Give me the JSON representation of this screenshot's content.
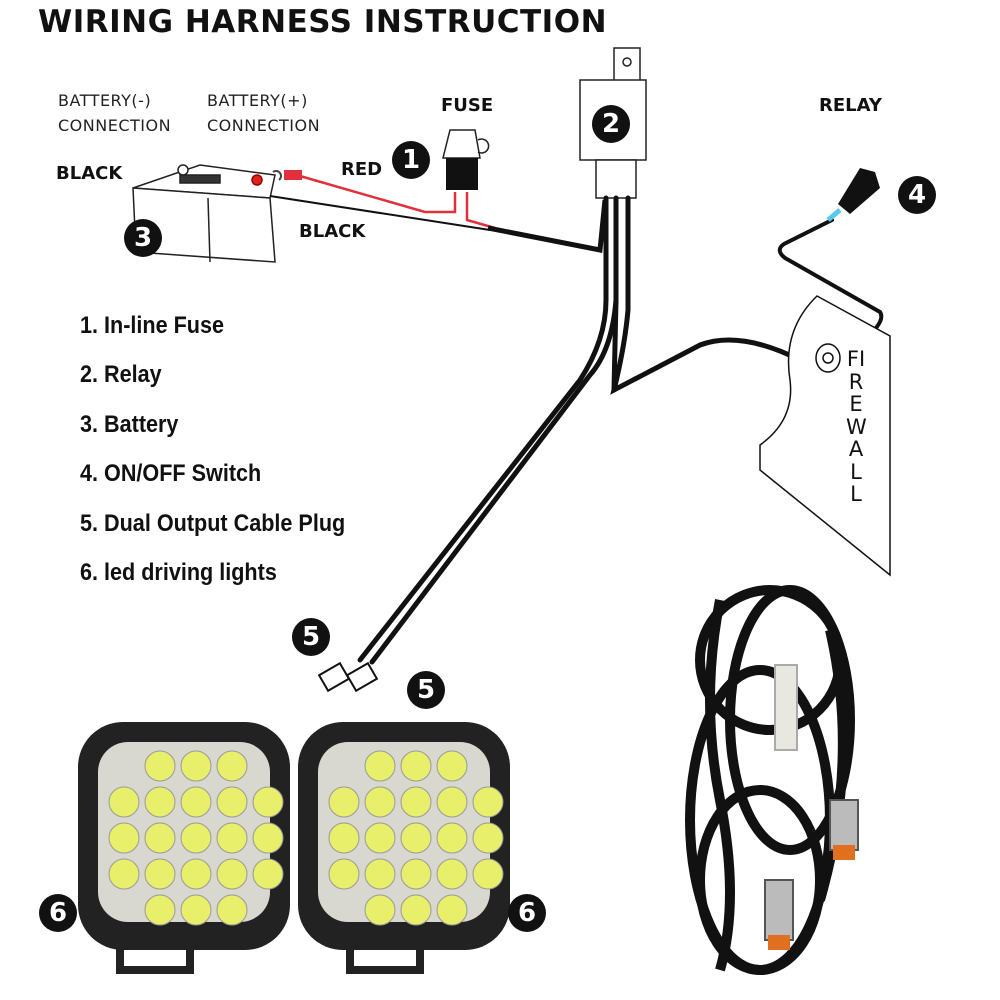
{
  "title": "WIRING HARNESS INSTRUCTION",
  "labels": {
    "battery_neg": [
      "BATTERY(-)",
      "CONNECTION"
    ],
    "battery_pos": [
      "BATTERY(+)",
      "CONNECTION"
    ],
    "fuse": "FUSE",
    "relay": "RELAY",
    "black_top": "BLACK",
    "red": "RED",
    "black_wire": "BLACK",
    "firewall": "FIREWALL"
  },
  "badges": [
    "1",
    "2",
    "3",
    "4",
    "5",
    "5",
    "6",
    "6"
  ],
  "legend": [
    "1. In-line Fuse",
    "2. Relay",
    "3. Battery",
    "4. ON/OFF Switch",
    "5. Dual Output Cable Plug",
    "6. led driving lights"
  ],
  "colors": {
    "red_wire": "#e0303c",
    "black": "#111111",
    "led_yellow": "#e8ef6a",
    "switch_blue": "#5ac8e8"
  }
}
